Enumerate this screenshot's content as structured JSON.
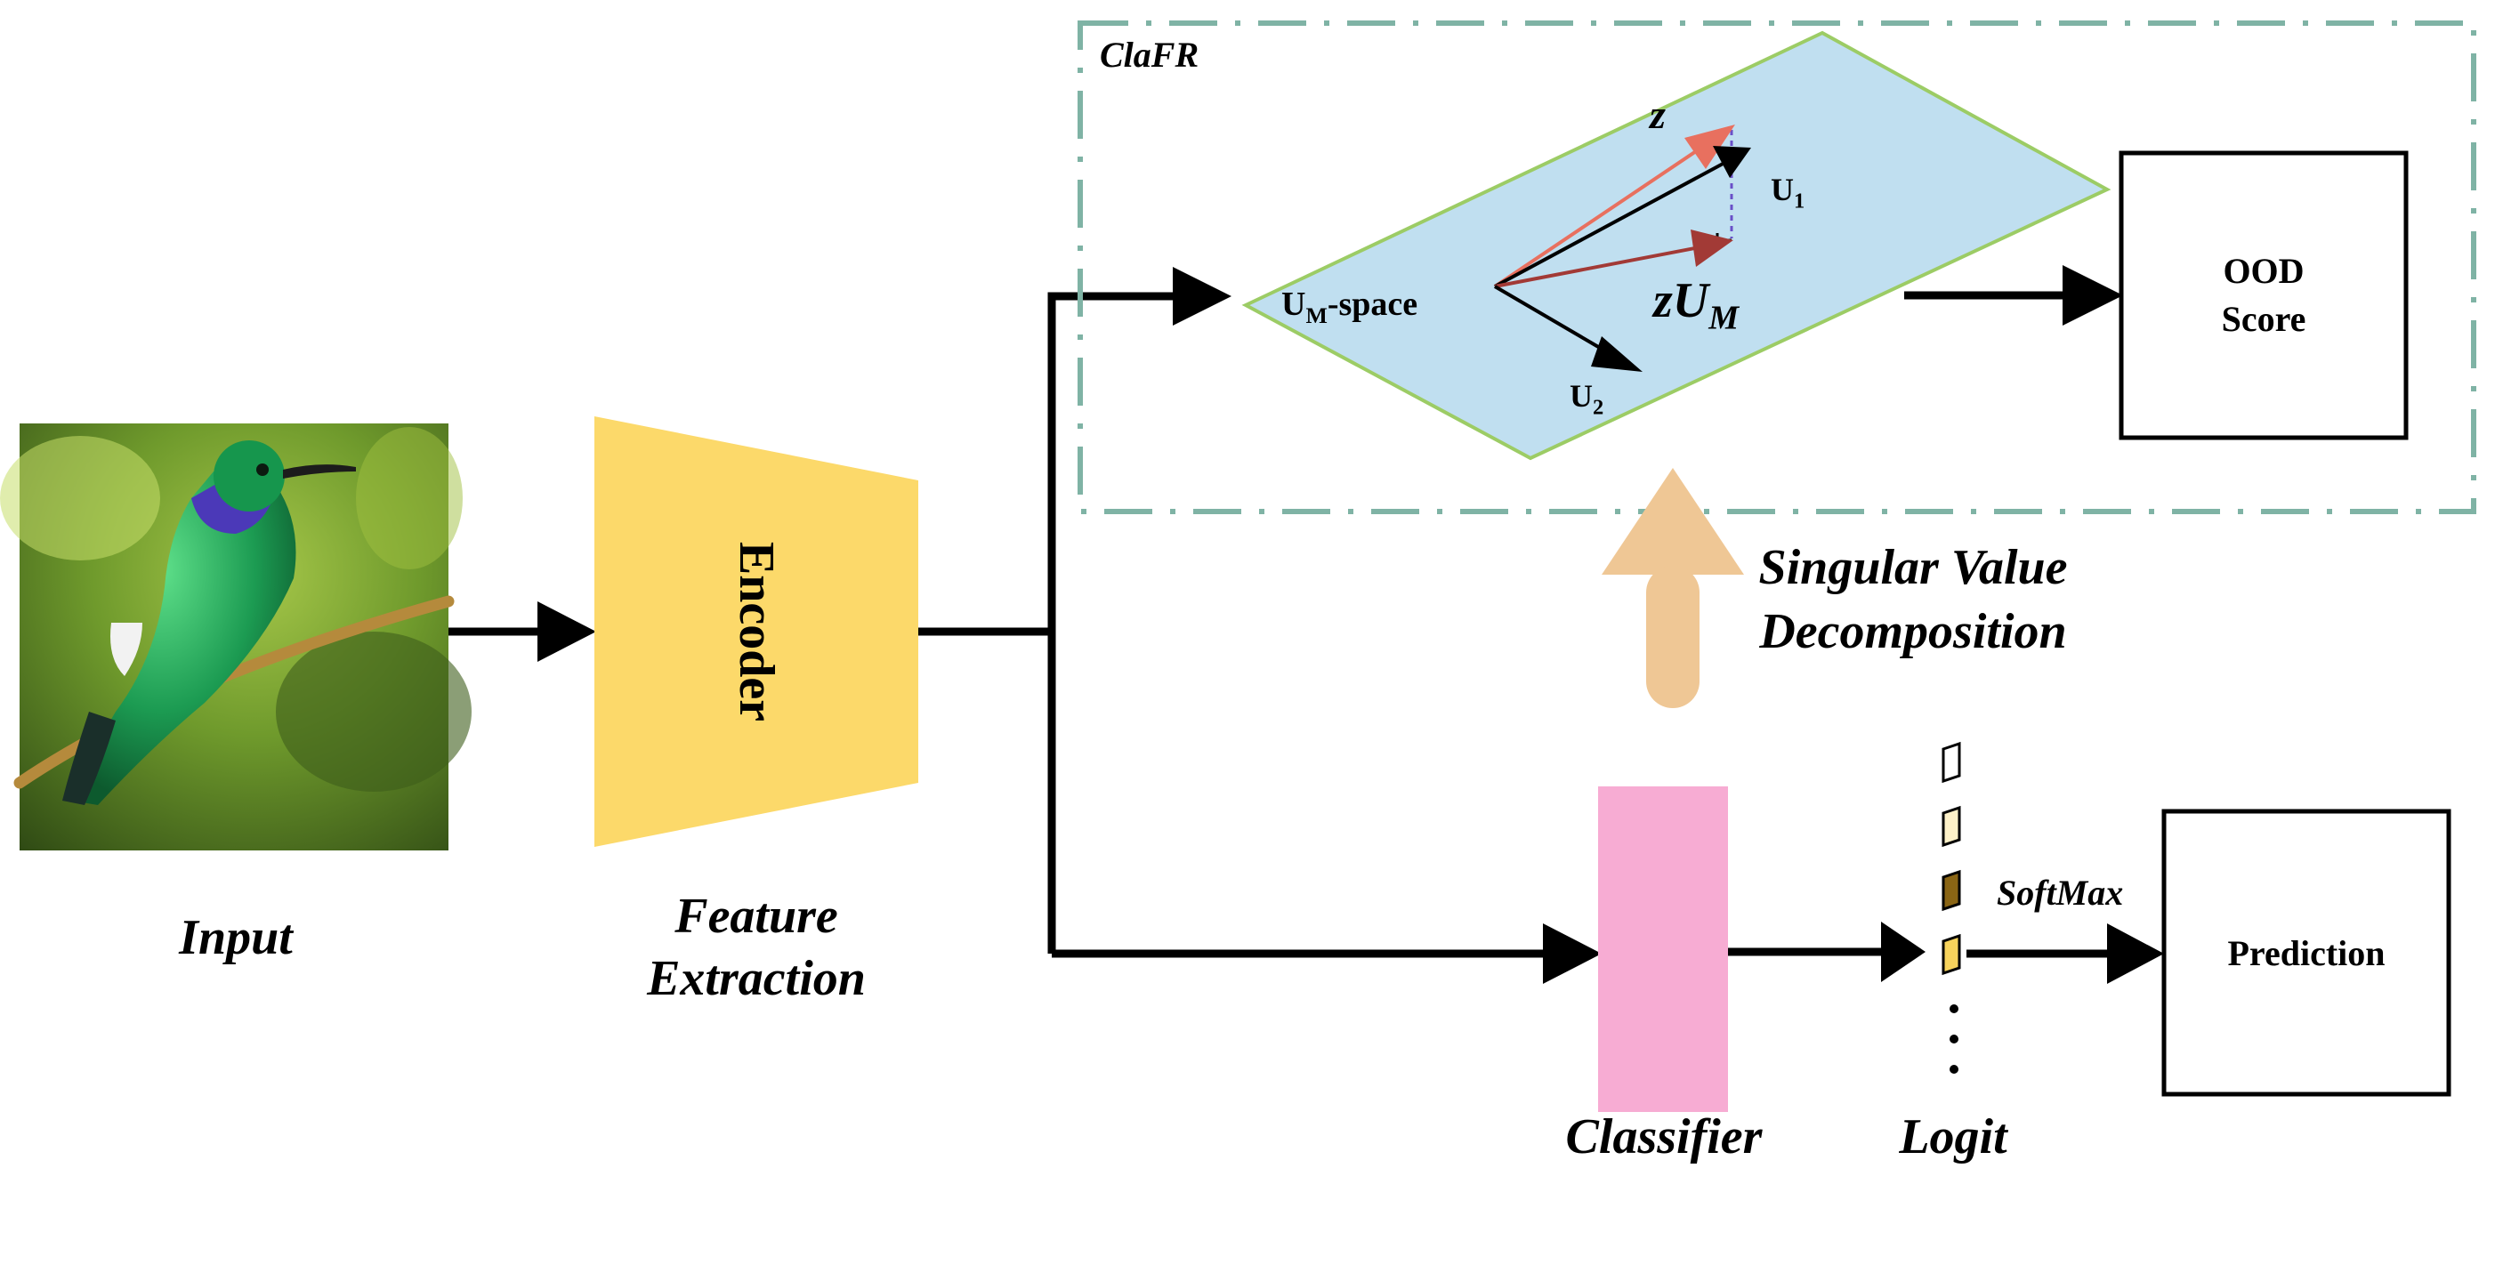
{
  "clafr_title": "ClaFR",
  "labels": {
    "input": "Input",
    "encoder": "Encoder",
    "feature_extraction_line1": "Feature",
    "feature_extraction_line2": "Extraction",
    "svd_line1": "Singular Value",
    "svd_line2": "Decomposition",
    "classifier": "Classifier",
    "logit": "Logit",
    "softmax": "SoftMax",
    "prediction": "Prediction",
    "ood_line1": "OOD",
    "ood_line2": "Score"
  },
  "subspace": {
    "space_label_base": "U",
    "space_label_sub": "M",
    "space_label_suffix": "-space",
    "z": "z",
    "u1_base": "U",
    "u1_sub": "1",
    "u2_base": "U",
    "u2_sub": "2",
    "projection_base": "zU",
    "projection_sub": "M"
  },
  "colors": {
    "encoder": "#fcd96a",
    "classifier": "#f7acd3",
    "plane_fill": "#c0dff0",
    "plane_border": "#9ccc65",
    "dash_border": "#7fb3a5",
    "svd_arrow": "#efc795",
    "z_arrow": "#e8705f",
    "projection_arrow": "#a23a36",
    "logit_cells": [
      "#ffffff",
      "#fdf1c8",
      "#8a6514",
      "#f7d35c"
    ]
  },
  "image": {
    "subject": "hummingbird-photo"
  }
}
